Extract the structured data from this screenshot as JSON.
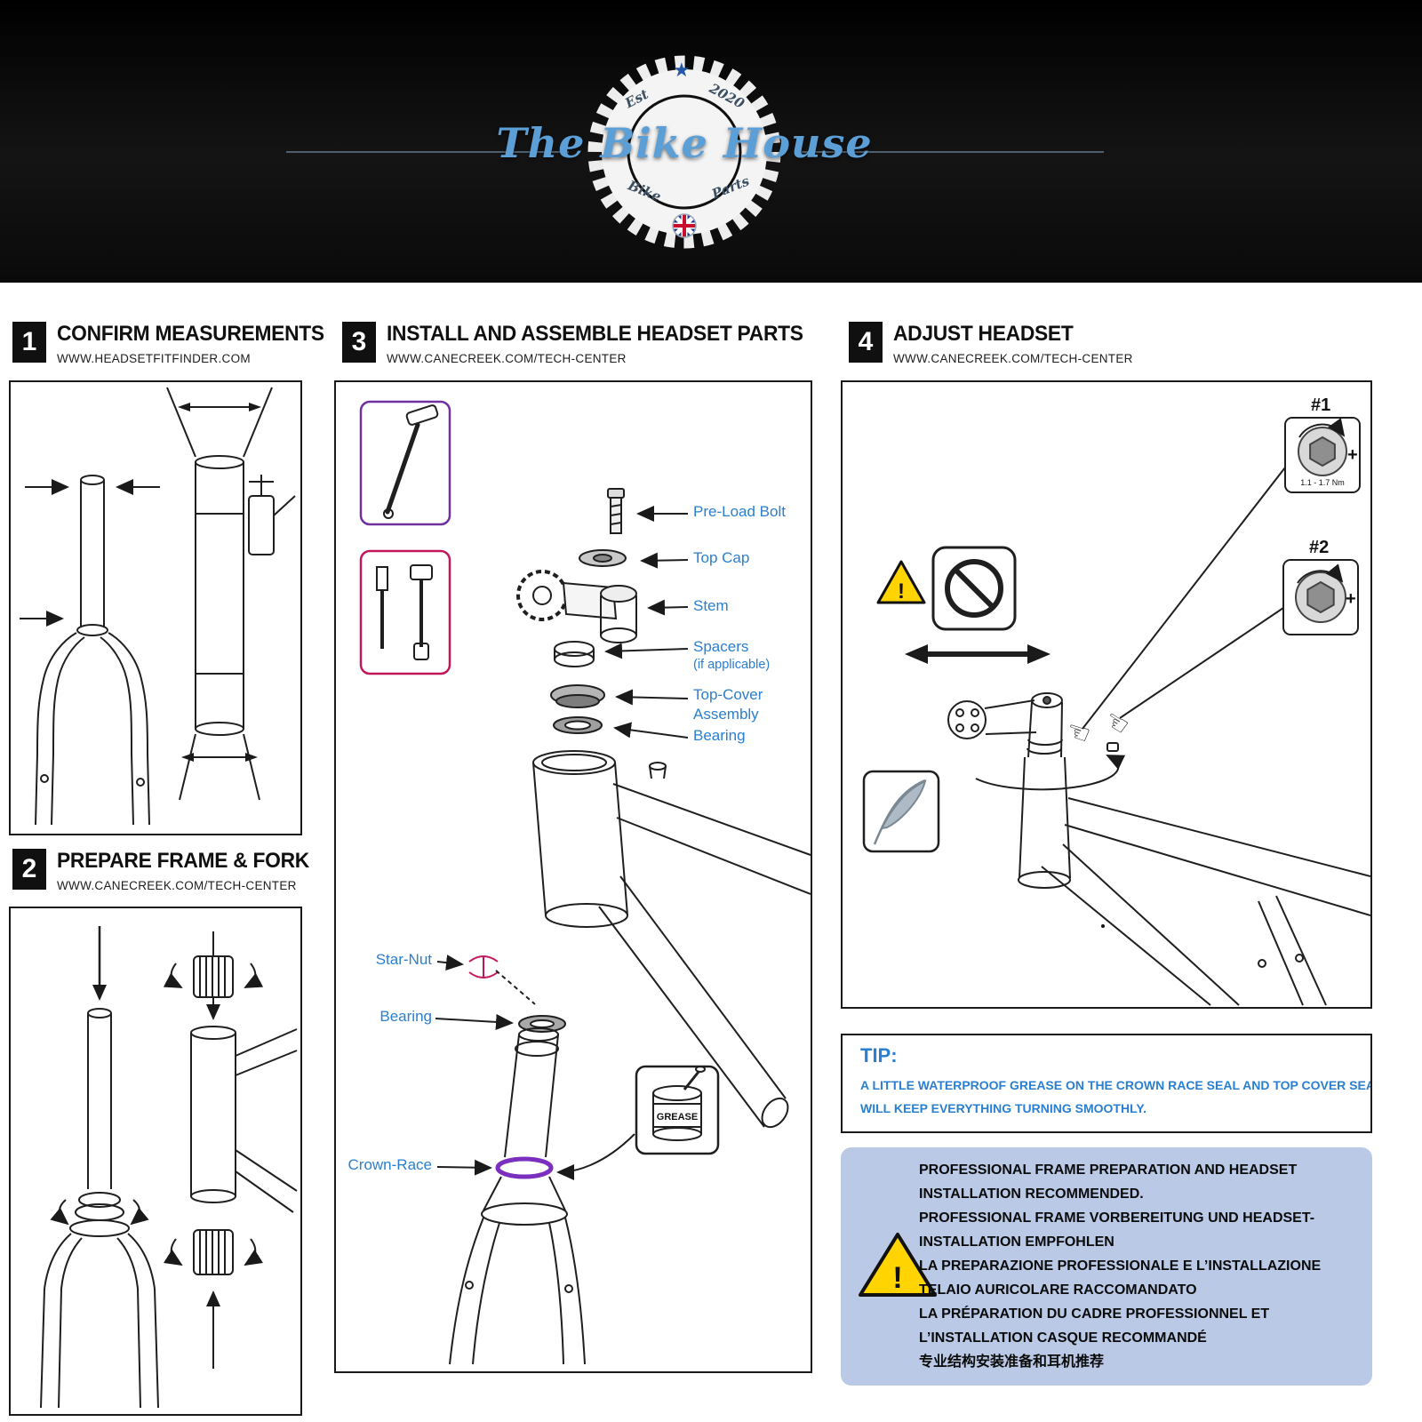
{
  "header": {
    "brand": "The Bike House",
    "est": "Est",
    "year": "2020",
    "bike": "Bike",
    "parts": "Parts"
  },
  "icons": {
    "star": "★",
    "hand": "☜",
    "exclam": "!",
    "plus": "+"
  },
  "steps": {
    "s1": {
      "num": "1",
      "title": "CONFIRM MEASUREMENTS",
      "url": "WWW.HEADSETFITFINDER.COM"
    },
    "s2": {
      "num": "2",
      "title": "PREPARE FRAME & FORK",
      "url": "WWW.CANECREEK.COM/TECH-CENTER"
    },
    "s3": {
      "num": "3",
      "title": "INSTALL AND ASSEMBLE HEADSET PARTS",
      "url": "WWW.CANECREEK.COM/TECH-CENTER"
    },
    "s4": {
      "num": "4",
      "title": "ADJUST HEADSET",
      "url": "WWW.CANECREEK.COM/TECH-CENTER"
    }
  },
  "parts_labels": {
    "preload": "Pre-Load Bolt",
    "topcap": "Top Cap",
    "stem": "Stem",
    "spacers": "Spacers",
    "spacers_note": "(if applicable)",
    "topcover_1": "Top-Cover",
    "topcover_2": "Assembly",
    "bearing_upper": "Bearing",
    "starnut": "Star-Nut",
    "bearing_lower": "Bearing",
    "crownrace": "Crown-Race",
    "grease": "GREASE"
  },
  "adjust": {
    "t1": "#1",
    "t2": "#2",
    "torque_range": "1.1 - 1.7 Nm"
  },
  "tip": {
    "title": "TIP:",
    "line1": "A LITTLE WATERPROOF GREASE ON THE CROWN RACE SEAL AND TOP COVER SEAL",
    "line2": "WILL KEEP EVERYTHING TURNING SMOOTHLY."
  },
  "notice": {
    "lines": [
      "PROFESSIONAL FRAME PREPARATION AND HEADSET",
      "INSTALLATION RECOMMENDED.",
      "PROFESSIONAL FRAME VORBEREITUNG UND HEADSET-",
      "INSTALLATION EMPFOHLEN",
      "LA PREPARAZIONE PROFESSIONALE E L’INSTALLAZIONE",
      "TELAIO AURICOLARE RACCOMANDATO",
      "LA PRÉPARATION DU CADRE PROFESSIONNEL ET",
      "L’INSTALLATION CASQUE RECOMMANDÉ",
      "专业结构安装准备和耳机推荐"
    ]
  },
  "colors": {
    "label_blue": "#2a7fd0",
    "starnut_pink": "#c2185b",
    "crownrace_purple": "#7b2fbe",
    "tool_card_purple": "#7030a0",
    "tool_card_pink": "#c2185b",
    "notice_bg": "#b9c9e6",
    "warning_yellow": "#ffd400",
    "brand_blue": "#5b9fd6"
  }
}
